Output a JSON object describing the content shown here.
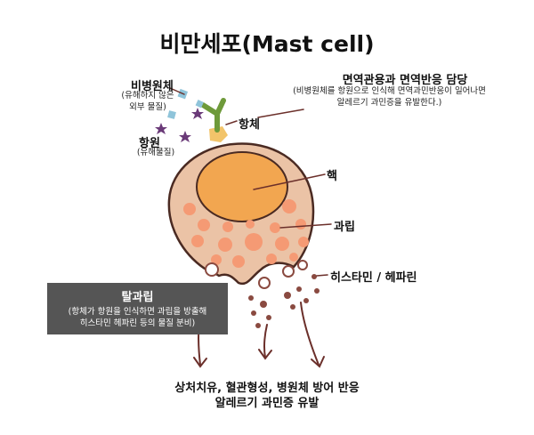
{
  "title": "비만세포(Mast cell)",
  "labels": {
    "pathogen": "비병원체",
    "pathogen_desc_1": "(유해하지 않은",
    "pathogen_desc_2": "외부 물질)",
    "antigen": "항원",
    "antigen_desc": "(유해물질)",
    "antibody": "항체",
    "immunity": "면역관용과 면역반응 담당",
    "immunity_desc_1": "(비병원체를 항원으로 인식해 면역과민반응이 일어나면",
    "immunity_desc_2": "알레르기 과민증을 유발한다.)",
    "nucleus": "핵",
    "granule": "과립",
    "histamine": "히스타민 / 헤파린"
  },
  "degranulation": {
    "title": "탈과립",
    "desc_1": "(항체가 항원을 인식하면 과립을 방출해",
    "desc_2": "히스타민 헤파린 등의 물질 분비)"
  },
  "bottom": {
    "line_1": "상처치유, 혈관형성, 병원체 방어 반응",
    "line_2": "알레르기 과민증 유발"
  },
  "colors": {
    "cell_body": "#EBC3A6",
    "cell_outline": "#4A2A22",
    "nucleus": "#F2A650",
    "granule": "#F59A74",
    "released_granule": "#8A4A40",
    "antibody": "#6E9A3A",
    "receptor": "#F2C46A",
    "pathogen": "#8FC4DA",
    "antigen": "#6A3A78",
    "arrow": "#6B2F2A",
    "box": "#555555"
  }
}
